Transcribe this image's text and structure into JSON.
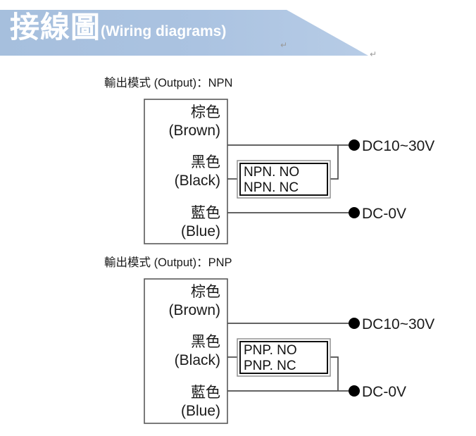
{
  "header": {
    "title_cjk": "接線圖",
    "title_en": "(Wiring diagrams)",
    "banner_color": "#a9c1df",
    "text_color": "#ffffff",
    "paragraph_marks": [
      "↵",
      "↵"
    ]
  },
  "diagrams": [
    {
      "id": "npn",
      "section_label": "輸出模式 (Output)：NPN",
      "wires": [
        {
          "name": "brown",
          "cjk": "棕色",
          "en": "(Brown)"
        },
        {
          "name": "black",
          "cjk": "黑色",
          "en": "(Black)"
        },
        {
          "name": "blue",
          "cjk": "藍色",
          "en": "(Blue)"
        }
      ],
      "relay": {
        "line1": "NPN. NO",
        "line2": "NPN. NC"
      },
      "terminals": [
        {
          "name": "supply",
          "label": "DC10~30V"
        },
        {
          "name": "ground",
          "label": "DC-0V"
        }
      ],
      "relay_return": "supply"
    },
    {
      "id": "pnp",
      "section_label": "輸出模式 (Output)：PNP",
      "wires": [
        {
          "name": "brown",
          "cjk": "棕色",
          "en": "(Brown)"
        },
        {
          "name": "black",
          "cjk": "黑色",
          "en": "(Black)"
        },
        {
          "name": "blue",
          "cjk": "藍色",
          "en": "(Blue)"
        }
      ],
      "relay": {
        "line1": "PNP. NO",
        "line2": "PNP. NC"
      },
      "terminals": [
        {
          "name": "supply",
          "label": "DC10~30V"
        },
        {
          "name": "ground",
          "label": "DC-0V"
        }
      ],
      "relay_return": "ground"
    }
  ]
}
